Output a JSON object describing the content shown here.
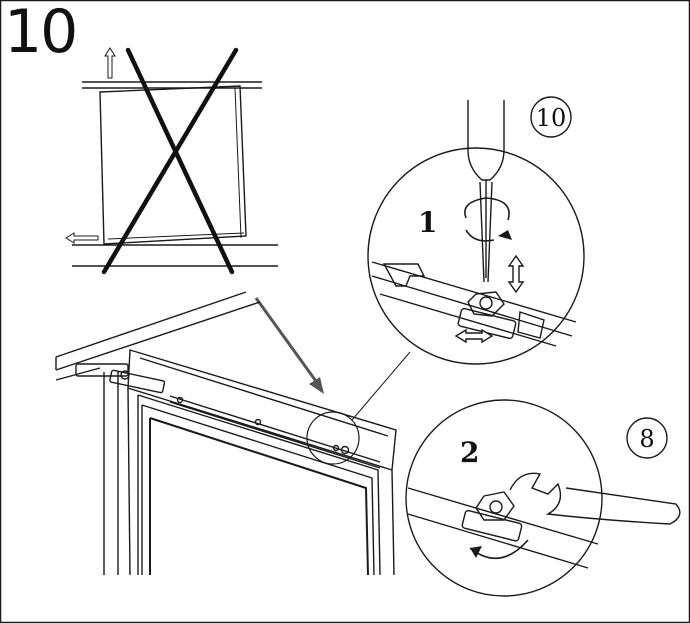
{
  "step_number": "10",
  "detail_top": {
    "step_label": "1",
    "tool_size": "10"
  },
  "detail_bottom": {
    "step_label": "2",
    "tool_size": "8"
  },
  "colors": {
    "line": "#1a1a1a",
    "arrow_fill": "#ffffff",
    "pointer_arrow": "#555555",
    "cross": "#111111"
  }
}
